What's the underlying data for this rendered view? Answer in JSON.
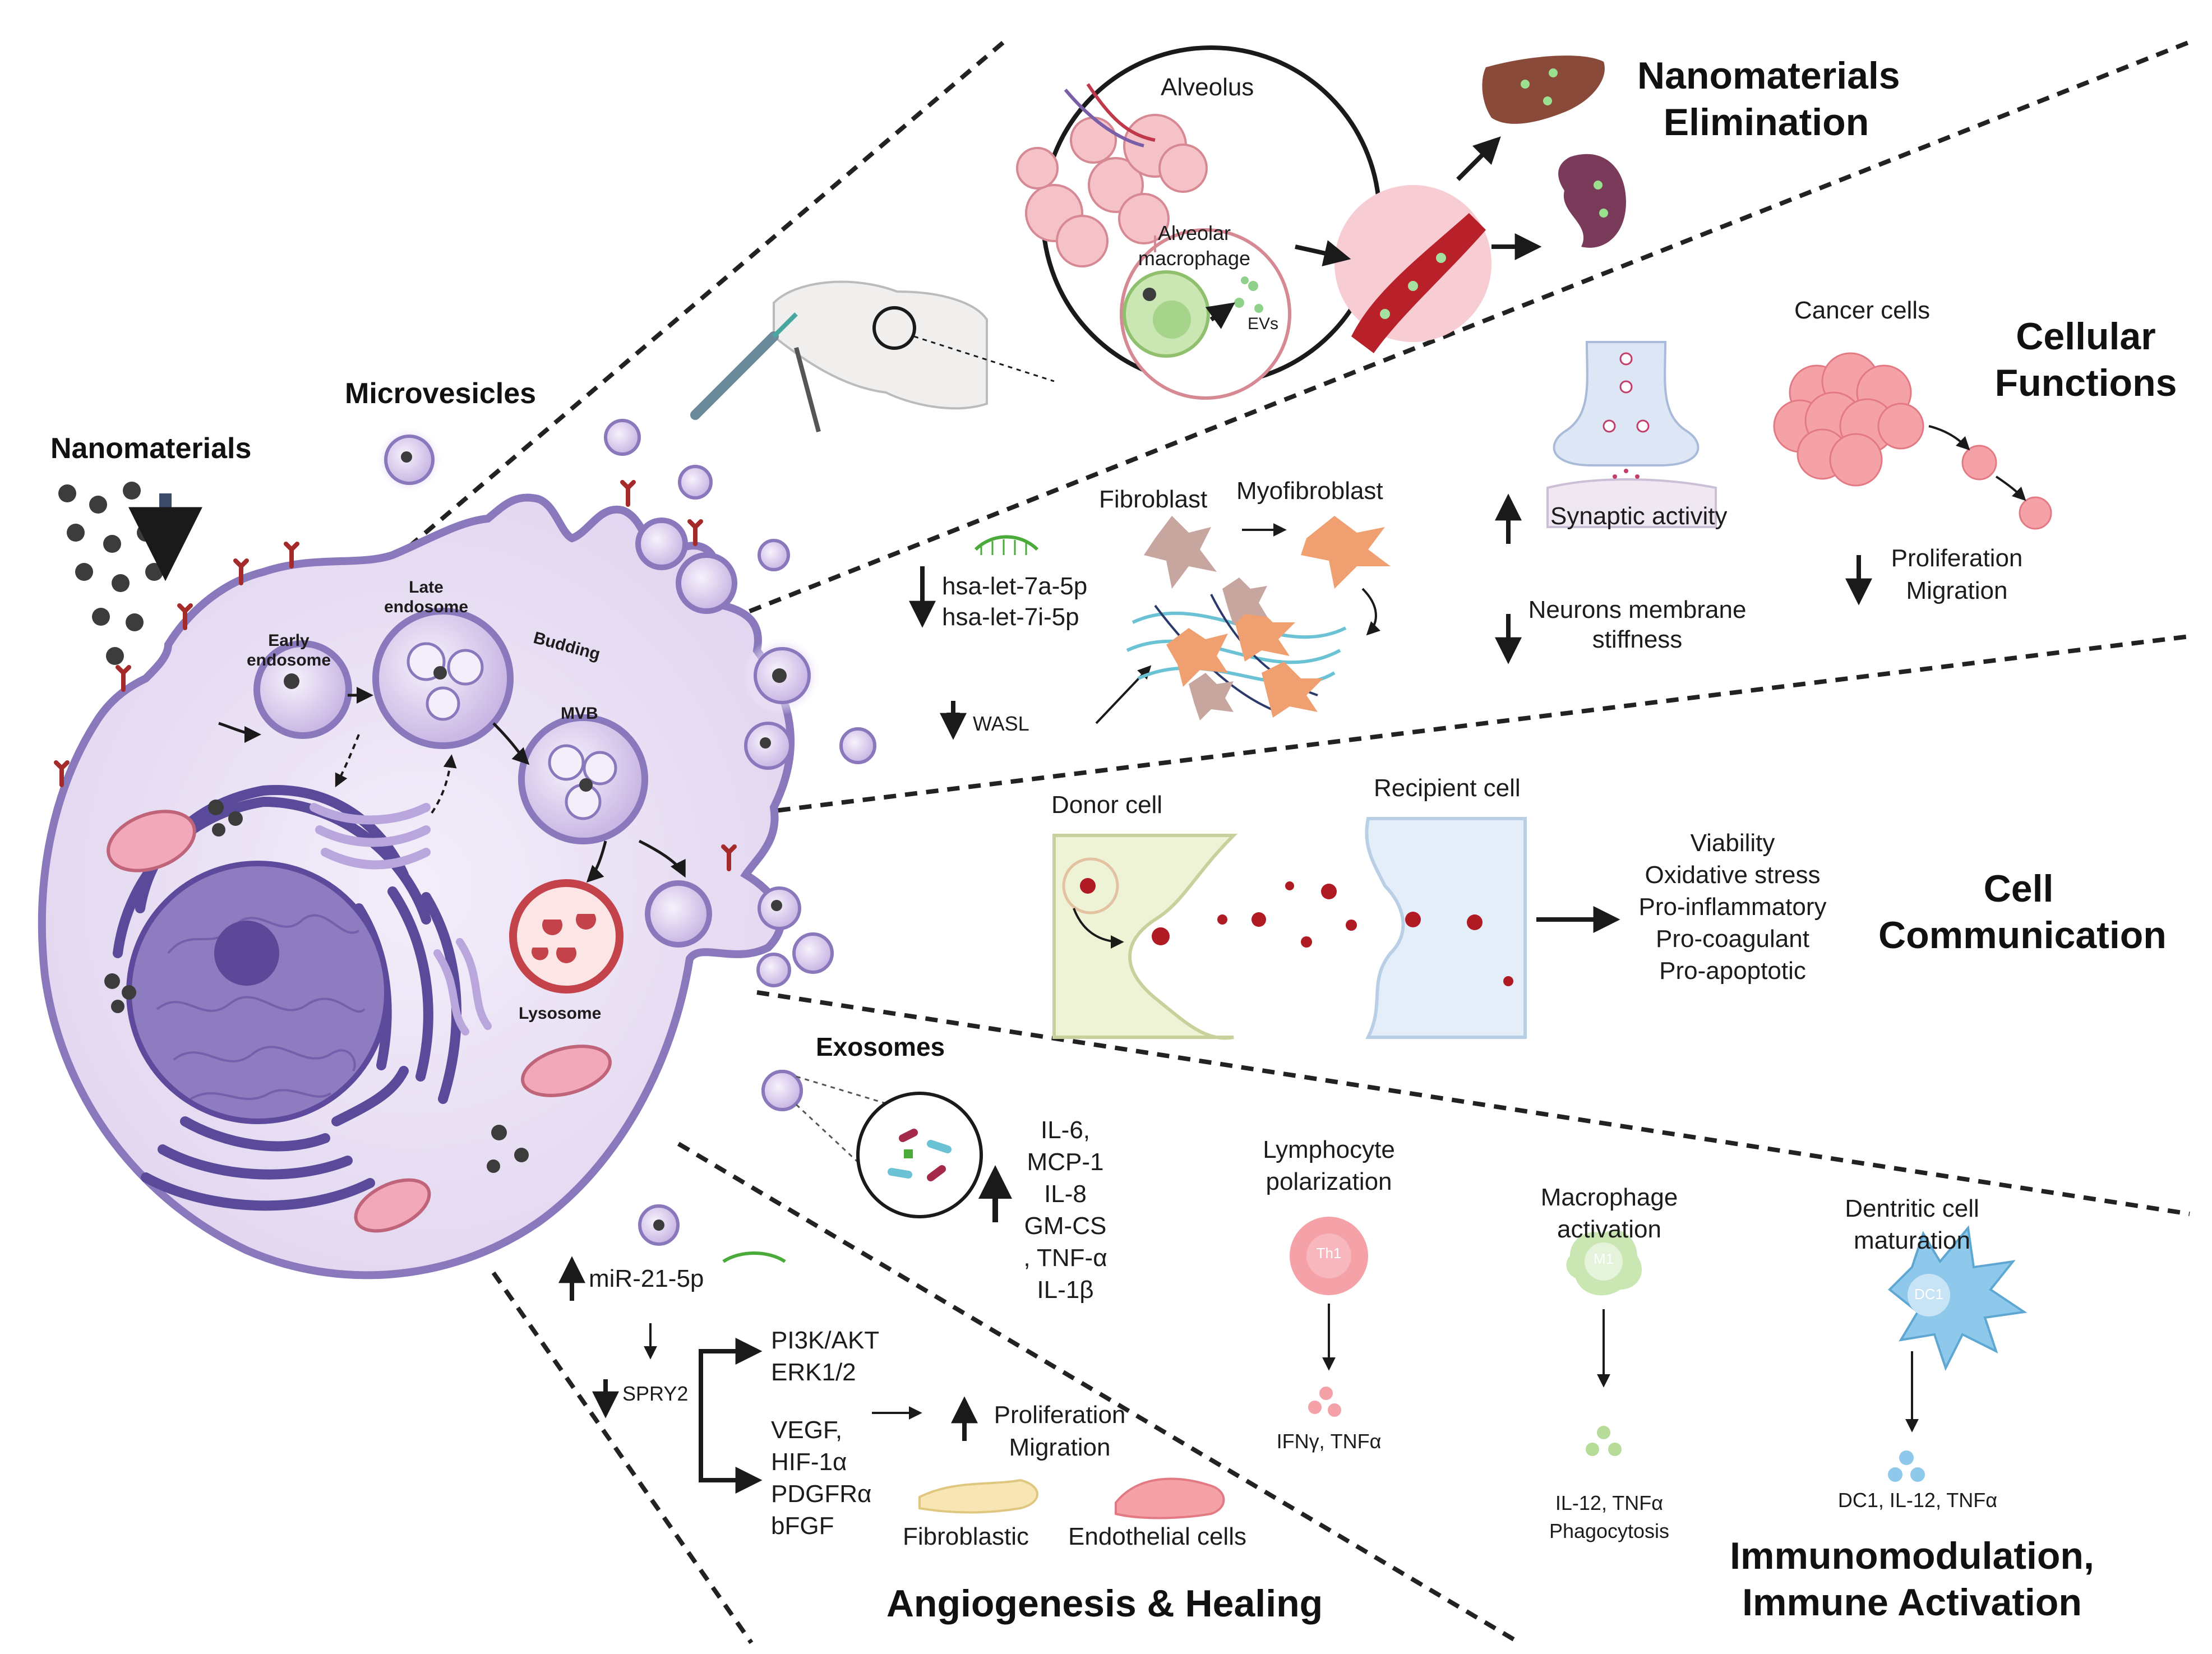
{
  "titles": {
    "elimination_1": "Nanomaterials",
    "elimination_2": "Elimination",
    "cellular_1": "Cellular",
    "cellular_2": "Functions",
    "communication_1": "Cell",
    "communication_2": "Communication",
    "immuno_1": "Immunomodulation,",
    "immuno_2": "Immune Activation",
    "angio": "Angiogenesis & Healing"
  },
  "cell_labels": {
    "nanomaterials": "Nanomaterials",
    "microvesicles": "Microvesicles",
    "early_endosome_1": "Early",
    "early_endosome_2": "endosome",
    "late_endosome_1": "Late",
    "late_endosome_2": "endosome",
    "budding": "Budding",
    "mvb": "MVB",
    "lysosome": "Lysosome",
    "exosomes": "Exosomes"
  },
  "elimination": {
    "alveolus": "Alveolus",
    "macrophage_1": "Alveolar",
    "macrophage_2": "macrophage",
    "evs": "EVs"
  },
  "cellular": {
    "fibroblast": "Fibroblast",
    "myofibroblast": "Myofibroblast",
    "mirna_1": "hsa-let-7a-5p",
    "mirna_2": "hsa-let-7i-5p",
    "wasl": "WASL",
    "synaptic": "Synaptic activity",
    "neurons_1": "Neurons membrane",
    "neurons_2": "stiffness",
    "cancer": "Cancer cells",
    "prolif": "Proliferation",
    "migration": "Migration"
  },
  "communication": {
    "donor": "Donor cell",
    "recipient": "Recipient cell",
    "effects": [
      "Viability",
      "Oxidative stress",
      "Pro-inflammatory",
      "Pro-coagulant",
      "Pro-apoptotic"
    ]
  },
  "immuno": {
    "cytokines": [
      "IL-6,",
      "MCP-1",
      "IL-8",
      "GM-CS",
      ", TNF-α",
      "IL-1β"
    ],
    "lympho_1": "Lymphocyte",
    "lympho_2": "polarization",
    "th1": "Th1",
    "lympho_out": "IFNγ, TNFα",
    "macro_1": "Macrophage",
    "macro_2": "activation",
    "m1": "M1",
    "macro_out_1": "IL-12, TNFα",
    "macro_out_2": "Phagocytosis",
    "dc_1": "Dentritic cell",
    "dc_2": "maturation",
    "dc1": "DC1",
    "dc_out": "DC1, IL-12, TNFα"
  },
  "angio": {
    "mir21": "miR-21-5p",
    "spry2": "SPRY2",
    "path_1": "PI3K/AKT",
    "path_2": "ERK1/2",
    "factors": [
      "VEGF,",
      "HIF-1α",
      "PDGFRα",
      "bFGF"
    ],
    "prolif": "Proliferation",
    "migration": "Migration",
    "fibroblastic": "Fibroblastic",
    "endothelial": "Endothelial cells"
  },
  "colors": {
    "cell_fill": "#ece4f6",
    "cell_stroke": "#8a78bd",
    "nucleus": "#6f5ba6",
    "er": "#5a4b9a",
    "antibody": "#a52a2a",
    "particle": "#3c3c3c",
    "blood": "#b8202a",
    "donor_fill": "#eef3d6",
    "recipient_fill": "#e3eef9"
  }
}
